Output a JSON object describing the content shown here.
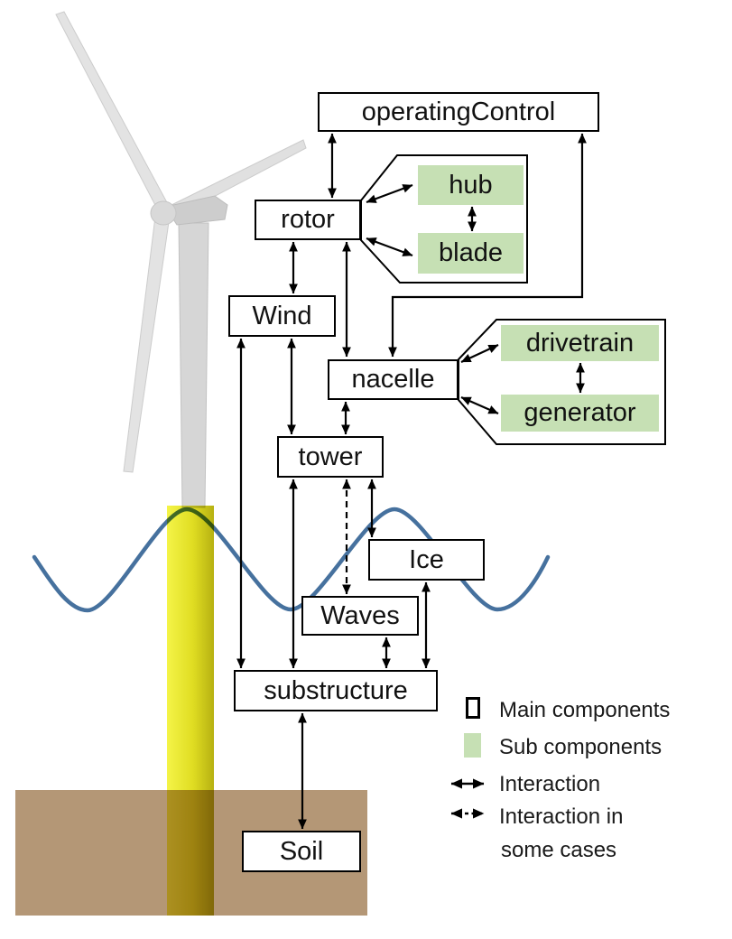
{
  "boxes": {
    "operating_control": "operatingControl",
    "rotor": "rotor",
    "wind": "Wind",
    "nacelle": "nacelle",
    "tower": "tower",
    "ice": "Ice",
    "waves": "Waves",
    "substructure": "substructure",
    "soil": "Soil"
  },
  "sub_boxes": {
    "hub": "hub",
    "blade": "blade",
    "drivetrain": "drivetrain",
    "generator": "generator"
  },
  "legend": {
    "main_components": "Main components",
    "sub_components": "Sub components",
    "interaction": "Interaction",
    "interaction_some_cases_line1": "Interaction in",
    "interaction_some_cases_line2": "some cases"
  },
  "colors": {
    "sub_component_fill": "#c6e0b4",
    "wave_stroke": "#46719e",
    "soil_fill": "#b49776",
    "pile_fill": "#e8e62c",
    "box_border": "#000000"
  },
  "connections": {
    "solid_bidirectional": [
      "operatingControl-rotor",
      "operatingControl-nacelle",
      "rotor-Wind",
      "rotor-nacelle",
      "rotor-hub",
      "rotor-blade",
      "hub-blade",
      "Wind-tower",
      "Wind-substructure",
      "nacelle-tower",
      "nacelle-drivetrain",
      "nacelle-generator",
      "drivetrain-generator",
      "tower-substructure",
      "tower-Ice",
      "Ice-substructure",
      "Waves-substructure",
      "substructure-Soil"
    ],
    "dashed_bidirectional": [
      "tower-Waves"
    ]
  }
}
